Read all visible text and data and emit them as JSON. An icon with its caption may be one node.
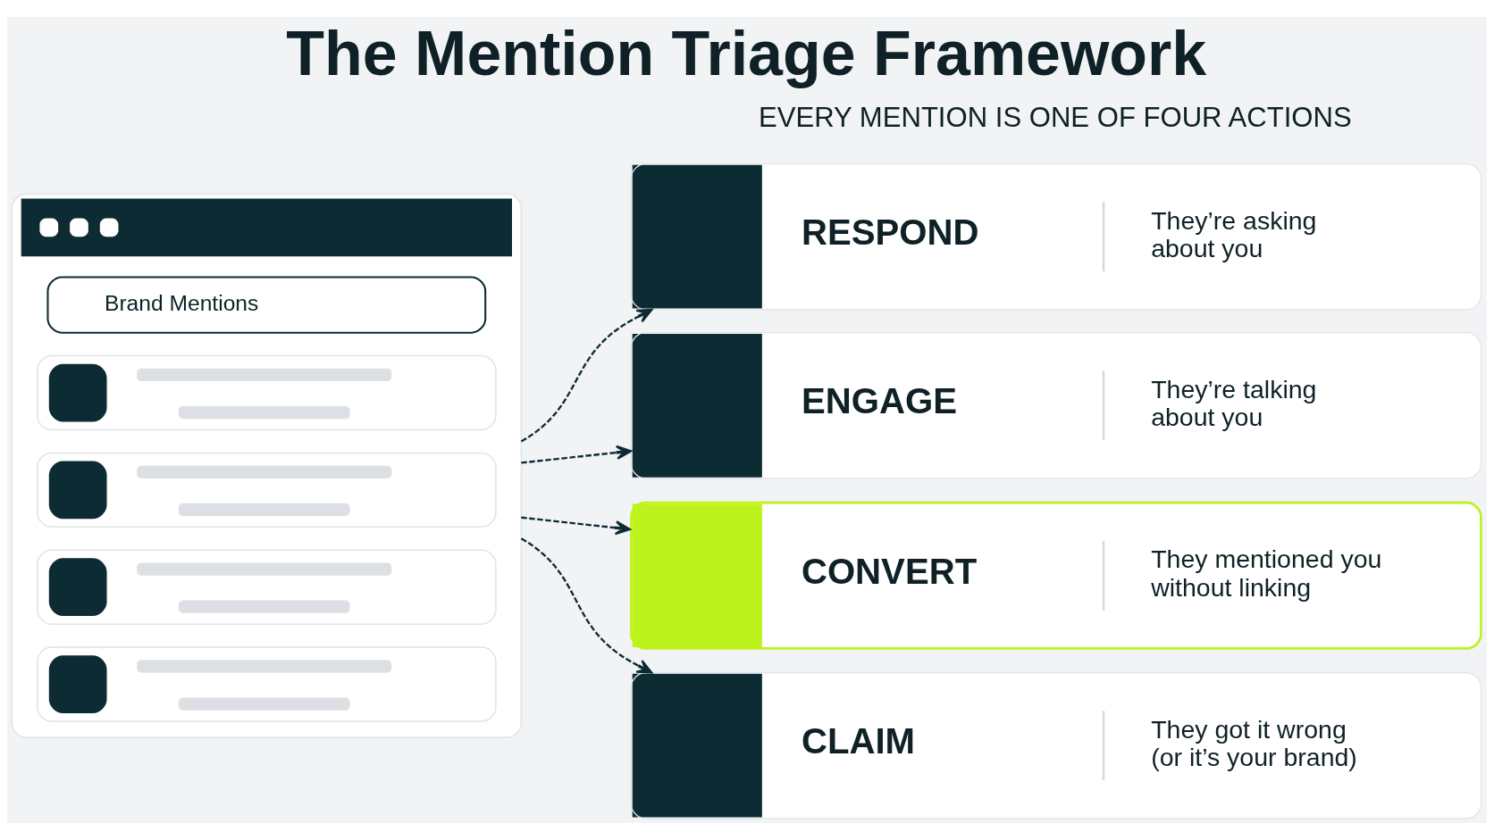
{
  "diagram": {
    "title": "The Mention Triage Framework",
    "nodes": [
      {
        "text": [],
        "shape": "box"
      },
      {
        "text": [
          "Brand Mentions"
        ],
        "in": 0
      },
      {
        "text": [],
        "shape": "box",
        "in": 0
      },
      {
        "text": [],
        "shape": "box",
        "in": 0
      },
      {
        "text": [],
        "shape": "box",
        "in": 0
      },
      {
        "text": [],
        "shape": "box",
        "in": 0
      },
      {
        "text": [
          "RESPOND",
          "They’re asking about you"
        ]
      },
      {
        "text": [
          "ENGAGE",
          "They’re talking about you"
        ]
      },
      {
        "text": [
          "CONVERT",
          "They mentioned you without linking"
        ]
      },
      {
        "text": [
          "CLAIM",
          "They got it wrong (or it’s your brand)"
        ]
      }
    ],
    "edges": [
      {
        "from": 0,
        "to": 6,
        "arrow": "to",
        "style": "dashed"
      },
      {
        "from": 0,
        "to": 7,
        "arrow": "to",
        "style": "dashed"
      },
      {
        "from": 0,
        "to": 8,
        "arrow": "to",
        "style": "dashed"
      },
      {
        "from": 0,
        "to": 9,
        "arrow": "to",
        "style": "dashed"
      }
    ],
    "labels": [
      "EVERY MENTION IS ONE OF FOUR ACTIONS"
    ]
  }
}
